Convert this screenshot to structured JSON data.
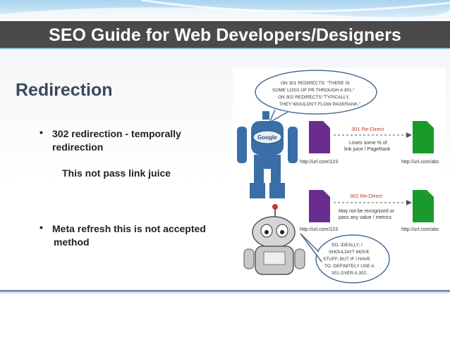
{
  "slide": {
    "title": "SEO Guide for Web Developers/Designers",
    "section_title": "Redirection",
    "bullets": [
      {
        "marker": "•",
        "line1": "302 redirection - temporally",
        "line2": "redirection"
      },
      {
        "marker": "•",
        "line1": "Meta refresh this is not accepted",
        "line2": "method"
      }
    ],
    "note": "This not pass link juice"
  },
  "illustration": {
    "bubble_top": [
      "ON 301 REDIRECTS: \"THERE IS",
      "SOME LOSS OF PR THROUGH A 301.\"",
      "ON 302 REDIRECTS:\"TYPICALLY,",
      "THEY WOULDN'T FLOW PAGERANK.\""
    ],
    "robot_label": "Google",
    "redirect_301": {
      "label": "301 Re-Direct",
      "note1": "Loses some % of",
      "note2": "link juice / PageRank"
    },
    "redirect_302": {
      "label": "302 Re-Direct",
      "note1": "May not be recognized or",
      "note2": "pass any value / metrics"
    },
    "url_from": "http://url.com/123",
    "url_to": "http://url.com/abc",
    "bubble_bottom": [
      "SO, IDEALLY, I",
      "SHOULDN'T MOVE",
      "STUFF, BUT IF I HAVE",
      "TO, DEFINITELY USE A",
      "301 OVER A 302."
    ],
    "colors": {
      "purple_page": "#6b2c91",
      "green_page": "#1a9a2a",
      "red_text": "#c0392b",
      "robot_blue": "#3a6ea8"
    }
  }
}
